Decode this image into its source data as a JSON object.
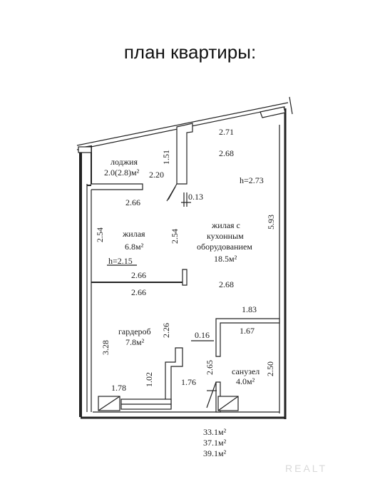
{
  "title": "план квартиры:",
  "rooms": {
    "loggia": {
      "name": "лоджия",
      "area": "2.0(2.8)м²"
    },
    "living_small": {
      "name": "жилая",
      "area": "6.8м²"
    },
    "living_big": {
      "name": "жилая с",
      "name2": "кухонным",
      "name3": "оборудованием",
      "area": "18.5м²"
    },
    "wardrobe": {
      "name": "гардероб",
      "area": "7.8м²"
    },
    "bathroom": {
      "name": "санузел",
      "area": "4.0м²"
    }
  },
  "dimensions": {
    "d_271": "2.71",
    "d_268_top": "2.68",
    "d_151": "1.51",
    "d_220": "2.20",
    "d_266_top": "2.66",
    "d_013": "0.13",
    "h_273": "h=2.73",
    "d_593": "5.93",
    "d_254_left": "2.54",
    "d_254_mid": "2.54",
    "h_215": "h=2.15",
    "d_266_mid": "2.66",
    "d_266_low": "2.66",
    "d_268_mid": "2.68",
    "d_183": "1.83",
    "d_016": "0.16",
    "d_167": "1.67",
    "d_328": "3.28",
    "d_226": "2.26",
    "d_265": "2.65",
    "d_250": "2.50",
    "d_102": "1.02",
    "d_178": "1.78",
    "d_176": "1.76"
  },
  "totals": [
    "33.1м²",
    "37.1м²",
    "39.1м²"
  ],
  "watermark": "REALT"
}
